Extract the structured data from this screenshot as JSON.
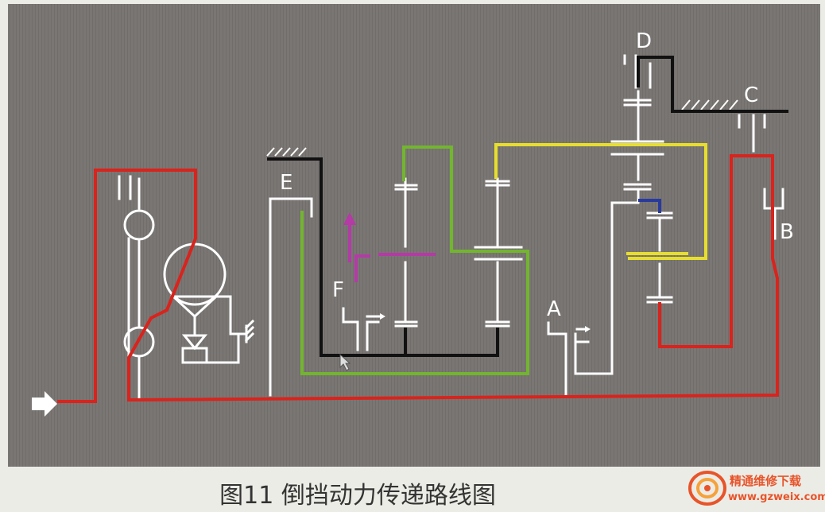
{
  "caption": "图11  倒挡动力传递路线图",
  "labels": {
    "a": "A",
    "b": "B",
    "c": "C",
    "d": "D",
    "e": "E",
    "f": "F"
  },
  "watermark": {
    "title": "精通维修下载",
    "url": "www.gzweix.com"
  },
  "colors": {
    "background": "#7a7674",
    "frame": "#ecece6",
    "input_path": "#d9231c",
    "black_path": "#111111",
    "green_path": "#72b52e",
    "yellow_path": "#e7de2e",
    "magenta_path": "#b43aa6",
    "blue_path": "#283a9e",
    "lines": "#ffffff"
  }
}
